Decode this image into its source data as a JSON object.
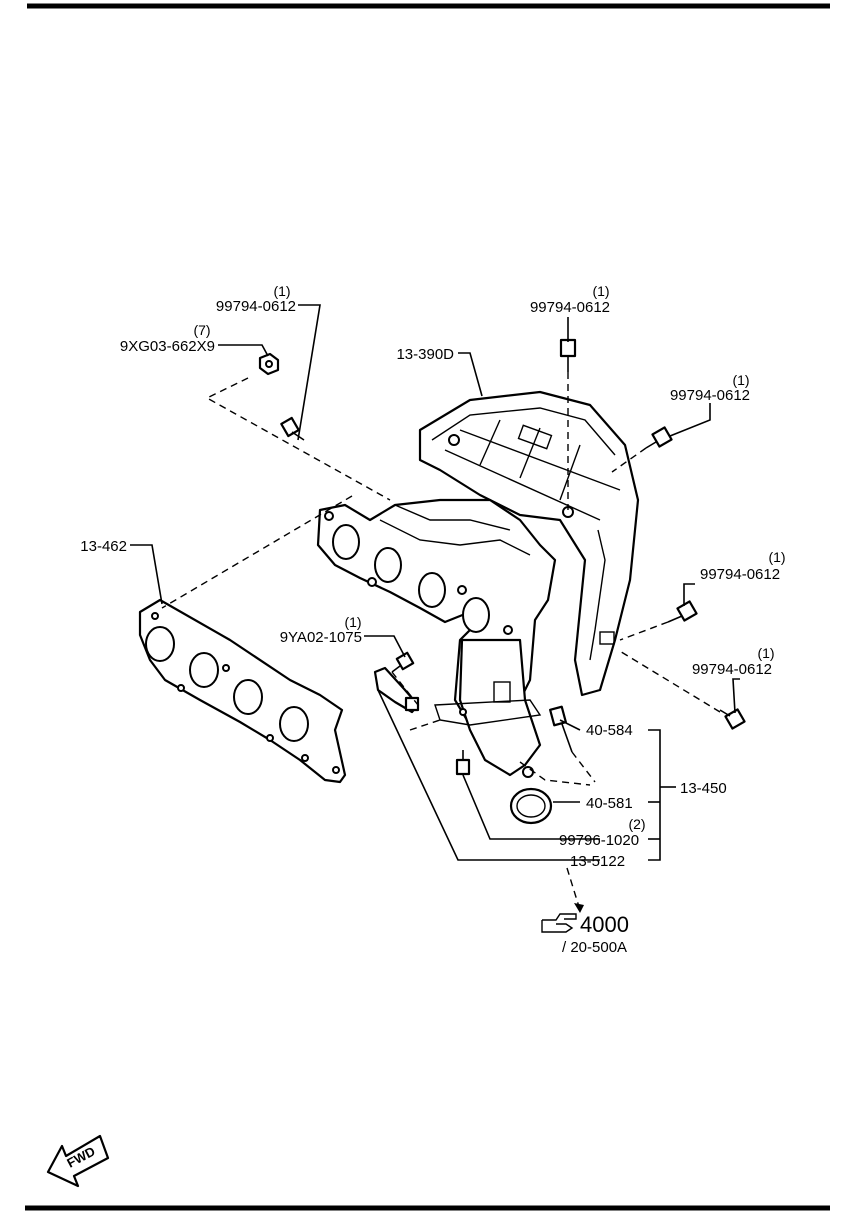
{
  "callouts": {
    "c1_qty": "(1)",
    "c1_part": "99794-0612",
    "c2_qty": "(7)",
    "c2_part": "9XG03-662X9",
    "c3_part": "13-390D",
    "c4_qty": "(1)",
    "c4_part": "99794-0612",
    "c5_qty": "(1)",
    "c5_part": "99794-0612",
    "c6_part": "13-462",
    "c7_qty": "(1)",
    "c7_part": "9YA02-1075",
    "c8_qty": "(1)",
    "c8_part": "99794-0612",
    "c9_qty": "(1)",
    "c9_part": "99794-0612",
    "c10_part": "40-584",
    "c11_part": "13-450",
    "c12_part": "40-581",
    "c13_qty": "(2)",
    "c13_part": "99796-1020",
    "c14_part": "13-5122"
  },
  "reference": {
    "ref_number": "4000",
    "ref_sub": "/ 20-500A",
    "ref_icon": "pointing-hand-icon"
  },
  "fwd": {
    "label": "FWD",
    "icon": "forward-arrow-icon"
  }
}
